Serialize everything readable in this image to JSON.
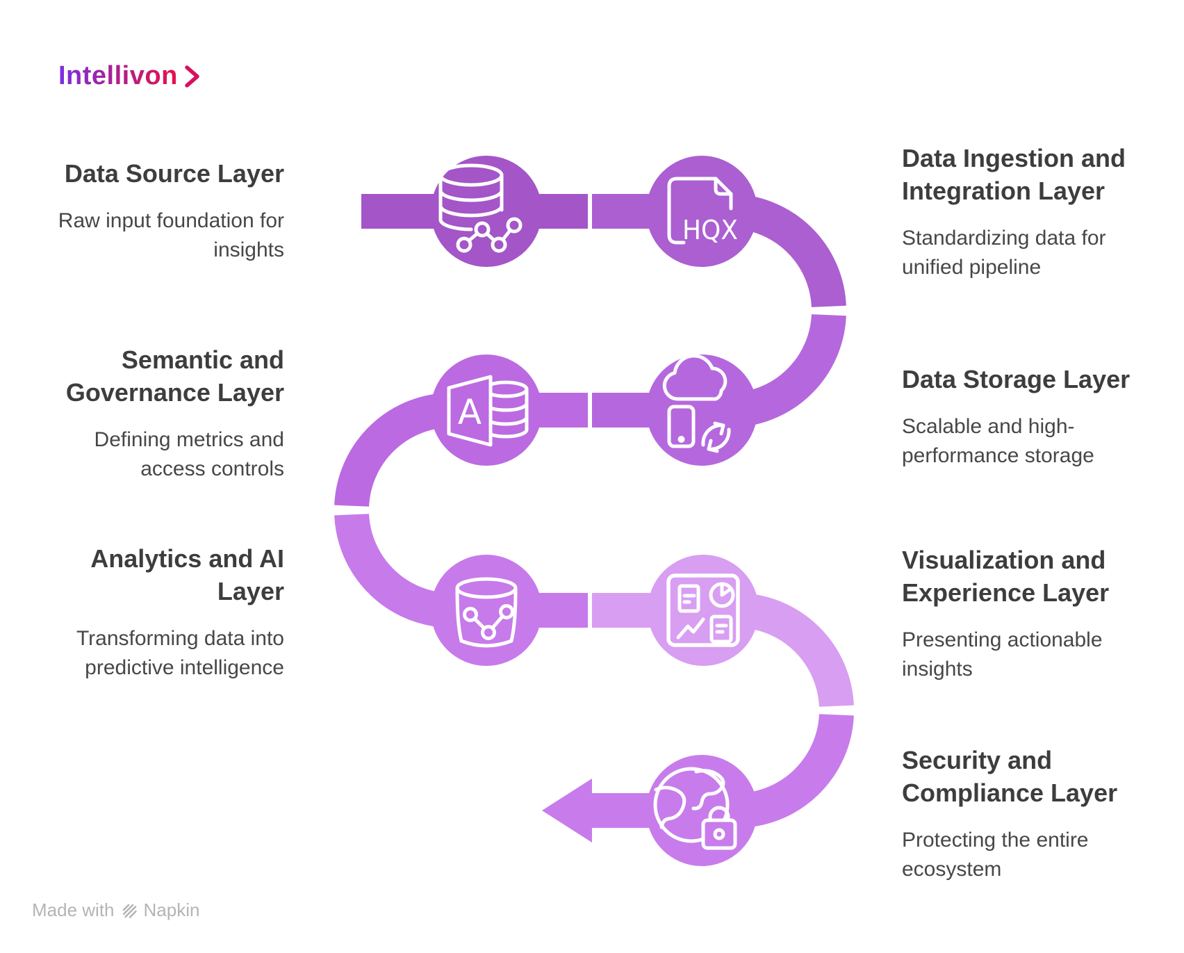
{
  "logo": {
    "text": "Intellivon",
    "chevron_color": "#d6115f"
  },
  "footer": {
    "prefix": "Made with",
    "brand": "Napkin",
    "color": "#b4b4b4"
  },
  "colors": {
    "heading": "#3d3d3d",
    "subtitle": "#474747",
    "icon_stroke": "#ffffff",
    "background": "#ffffff"
  },
  "layers": [
    {
      "side": "left",
      "title": "Data Source Layer",
      "subtitle": "Raw input foundation for insights",
      "icon": "database-analytics-icon",
      "color": "#a455c7"
    },
    {
      "side": "right",
      "title": "Data Ingestion and Integration Layer",
      "subtitle": "Standardizing data for unified pipeline",
      "icon": "hqx-file-icon",
      "color": "#ab5fd1",
      "badge": "HQX"
    },
    {
      "side": "right",
      "title": "Data Storage Layer",
      "subtitle": "Scalable and high-performance storage",
      "icon": "cloud-device-sync-icon",
      "color": "#b568de"
    },
    {
      "side": "left",
      "title": "Semantic and Governance Layer",
      "subtitle": "Defining metrics and access controls",
      "icon": "access-database-icon",
      "color": "#bb6ae1",
      "badge": "A"
    },
    {
      "side": "left",
      "title": "Analytics and AI Layer",
      "subtitle": "Transforming data into predictive intelligence",
      "icon": "data-share-icon",
      "color": "#c77aea"
    },
    {
      "side": "right",
      "title": "Visualization and Experience Layer",
      "subtitle": "Presenting actionable insights",
      "icon": "dashboard-icon",
      "color": "#d89ef2"
    },
    {
      "side": "right",
      "title": "Security and Compliance Layer",
      "subtitle": "Protecting the entire ecosystem",
      "icon": "globe-lock-icon",
      "color": "#c87ceb"
    }
  ]
}
